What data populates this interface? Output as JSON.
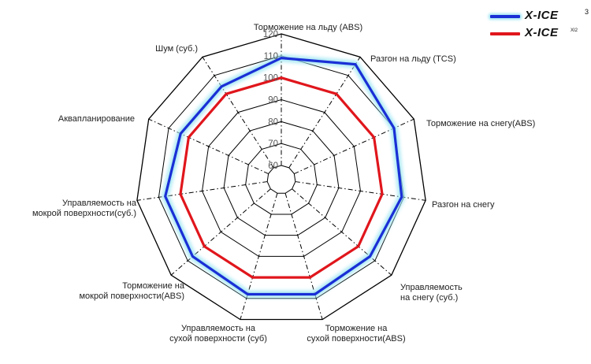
{
  "chart_data": {
    "type": "radar",
    "axes": [
      "Торможение на льду (ABS)",
      "Разгон на льду (TCS)",
      "Торможение на снегу(ABS)",
      "Разгон на снегу",
      "Управляемость\nна снегу (суб.)",
      "Торможение на\nсухой поверхности(ABS)",
      "Управляемость на\nсухой поверхности (суб)",
      "Торможение на\nмокрой поверхности(ABS)",
      "Управляемость на\nмокрой поверхности(суб.)",
      "Аквапланирование",
      "Шум (суб.)"
    ],
    "ticks": [
      60,
      70,
      80,
      90,
      100,
      110,
      120
    ],
    "range": [
      60,
      120
    ],
    "grid": true,
    "legend_position": "top-right",
    "series": [
      {
        "name": "X-ICE",
        "superscript": "3",
        "color": "#1a2fd6",
        "glow": "#9fe6f2",
        "values": [
          109,
          116,
          110,
          109,
          107,
          108,
          108,
          107,
          107,
          104,
          104
        ]
      },
      {
        "name": "X-ICE",
        "superscript": "XI2",
        "color": "#e0161c",
        "values": [
          100,
          100,
          100,
          100,
          100,
          100,
          100,
          100,
          100,
          100,
          100
        ]
      }
    ]
  }
}
